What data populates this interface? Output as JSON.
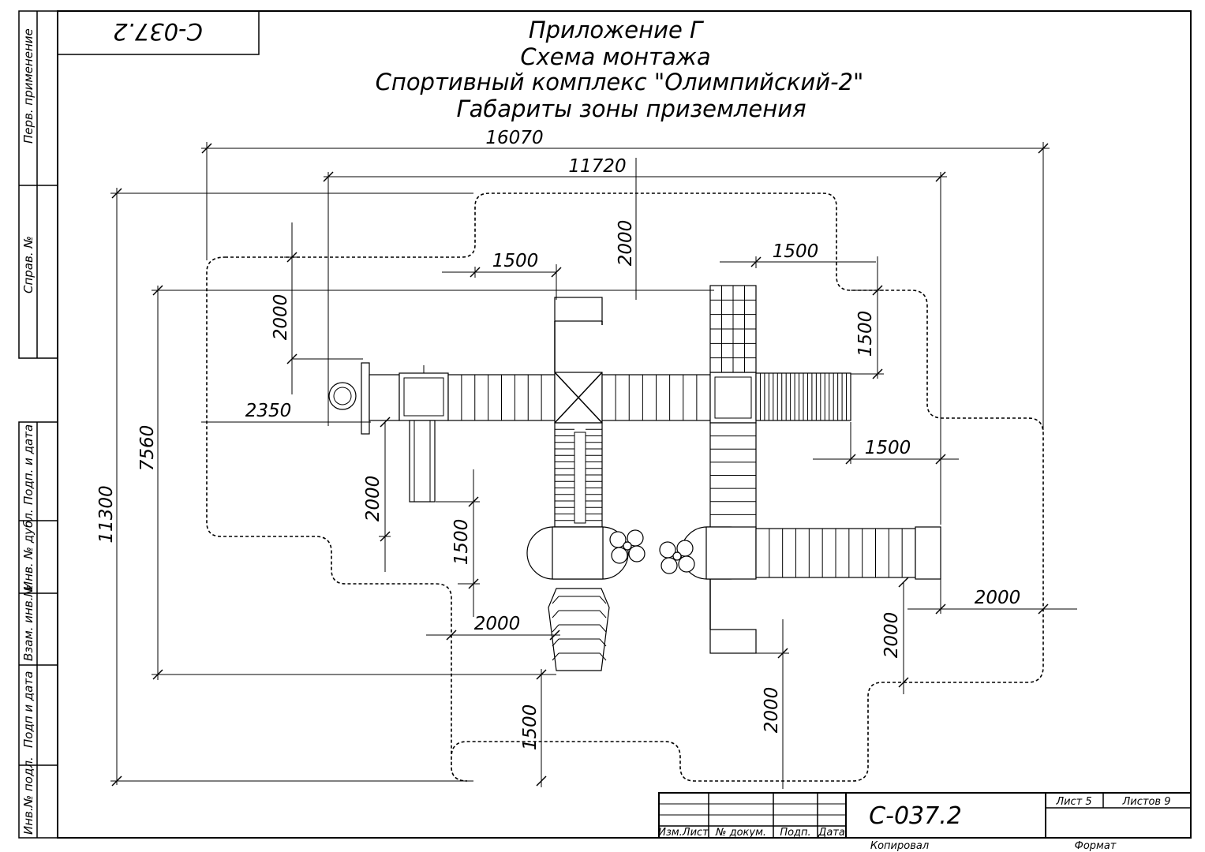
{
  "stamp_code": "С-037.2",
  "titles": {
    "appendix": "Приложение Г",
    "scheme": "Схема монтажа",
    "complex": "Спортивный комплекс \"Олимпийский-2\"",
    "zone": "Габариты зоны приземления"
  },
  "dimensions": {
    "overall_width": "16070",
    "frame_width": "11720",
    "overall_height": "11300",
    "frame_height": "7560",
    "top_left_offset": "1500",
    "top_gap": "2000",
    "left_top_gap": "2000",
    "left_offset": "2350",
    "top_right_offset": "1500",
    "right_top_gap": "1500",
    "right_mid_offset": "1500",
    "slide_gap": "2000",
    "lower_left_gap": "1500",
    "bottom_left_offset": "2000",
    "bottom_gap": "1500",
    "bottom_right_gap": "2000",
    "right_bottom_offset": "2000",
    "right_lower_gap": "2000"
  },
  "side_labels": {
    "perv_primenenie": "Перв. применение",
    "sprav_no": "Справ. №",
    "podp_data_top": "Подп. и дата",
    "inv_dubl": "Инв. № дубл.",
    "vzam_inv": "Взам. инв.№",
    "podp_data_bottom": "Подп и дата",
    "inv_podl": "Инв.№ подл."
  },
  "title_block": {
    "code": "С-037.2",
    "col_izm_list": "Изм.Лист",
    "col_dokum": "№ докум.",
    "col_podp": "Подп.",
    "col_data": "Дата",
    "sheet": "Лист 5",
    "sheets": "Листов 9",
    "copied": "Копировал",
    "format": "Формат"
  }
}
